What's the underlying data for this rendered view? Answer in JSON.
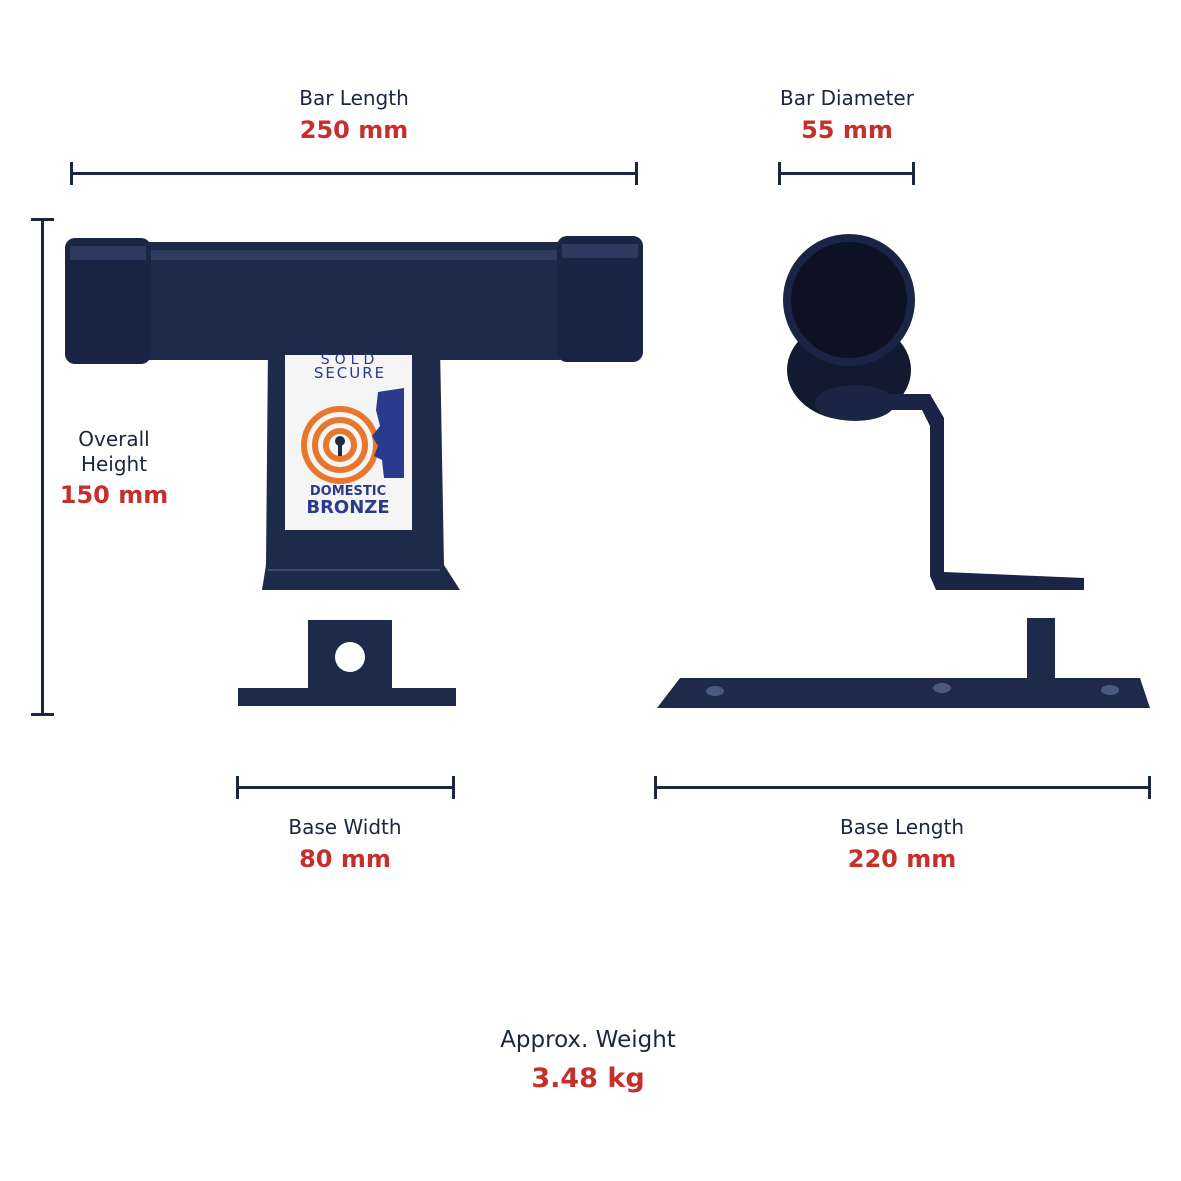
{
  "dimensions": {
    "bar_length": {
      "label": "Bar Length",
      "value": "250 mm"
    },
    "bar_diameter": {
      "label": "Bar Diameter",
      "value": "55 mm"
    },
    "overall_height": {
      "label_line1": "Overall",
      "label_line2": "Height",
      "value": "150 mm"
    },
    "base_width": {
      "label": "Base Width",
      "value": "80 mm"
    },
    "base_length": {
      "label": "Base Length",
      "value": "220 mm"
    },
    "weight": {
      "label": "Approx. Weight",
      "value": "3.48 kg"
    }
  },
  "badge": {
    "line1": "SOLD",
    "line2": "SECURE",
    "line3": "DOMESTIC",
    "line4": "BRONZE"
  },
  "colors": {
    "label_text": "#1c2640",
    "value_text": "#c4302b",
    "product_navy": "#1e2a4a",
    "badge_orange": "#e8772e",
    "badge_blue": "#2a3a8c"
  }
}
